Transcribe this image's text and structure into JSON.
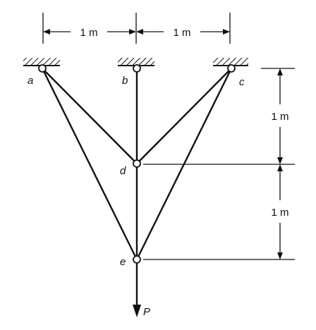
{
  "nodes": {
    "a": "a",
    "b": "b",
    "c": "c",
    "d": "d",
    "e": "e"
  },
  "load_label": "P",
  "dimensions": {
    "top_left": "1 m",
    "top_right": "1 m",
    "right_upper": "1 m",
    "right_lower": "1 m"
  },
  "colors": {
    "ink": "#111111"
  }
}
